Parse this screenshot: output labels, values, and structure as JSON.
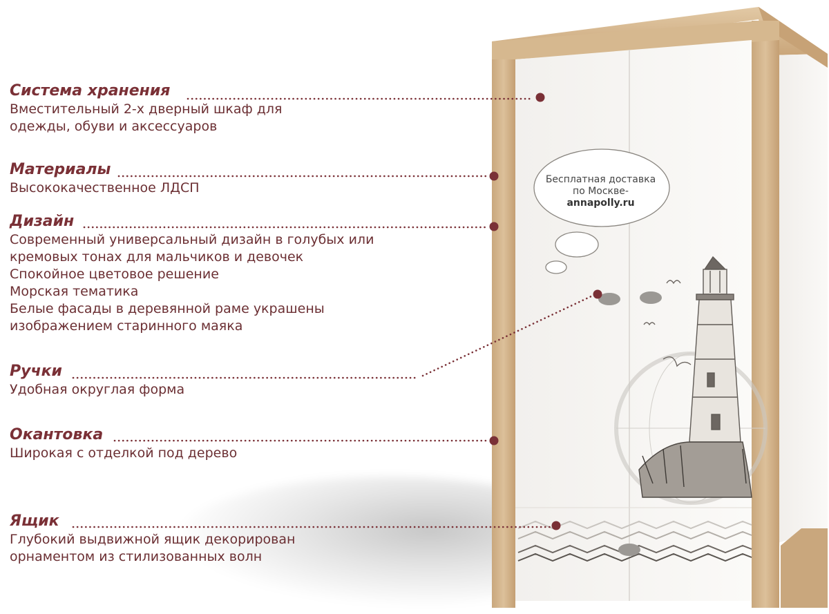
{
  "features": [
    {
      "id": "storage",
      "title": "Система хранения",
      "description": "Вместительный 2-х дверный шкаф для\nодежды, обуви и аксессуаров"
    },
    {
      "id": "materials",
      "title": "Материалы",
      "description": "Высококачественное ЛДСП"
    },
    {
      "id": "design",
      "title": "Дизайн",
      "description": "Современный универсальный дизайн в голубых или\nкремовых тонах для мальчиков и девочек\nСпокойное цветовое решение\nМорская тематика\nБелые фасады в деревянной раме украшены\nизображением старинного маяка"
    },
    {
      "id": "handles",
      "title": "Ручки",
      "description": "Удобная округлая форма"
    },
    {
      "id": "edging",
      "title": "Окантовка",
      "description": "Широкая с отделкой под дерево"
    },
    {
      "id": "drawer",
      "title": "Ящик",
      "description": "Глубокий выдвижной ящик декорирован\nорнаментом из стилизованных волн"
    }
  ],
  "bubble": {
    "line1": "Бесплатная доставка",
    "line2": "по Москве-",
    "brand": "annapolly.ru"
  },
  "colors": {
    "accent": "#7a3036",
    "wood": "#d2b48c",
    "door": "#f6f4f1"
  }
}
